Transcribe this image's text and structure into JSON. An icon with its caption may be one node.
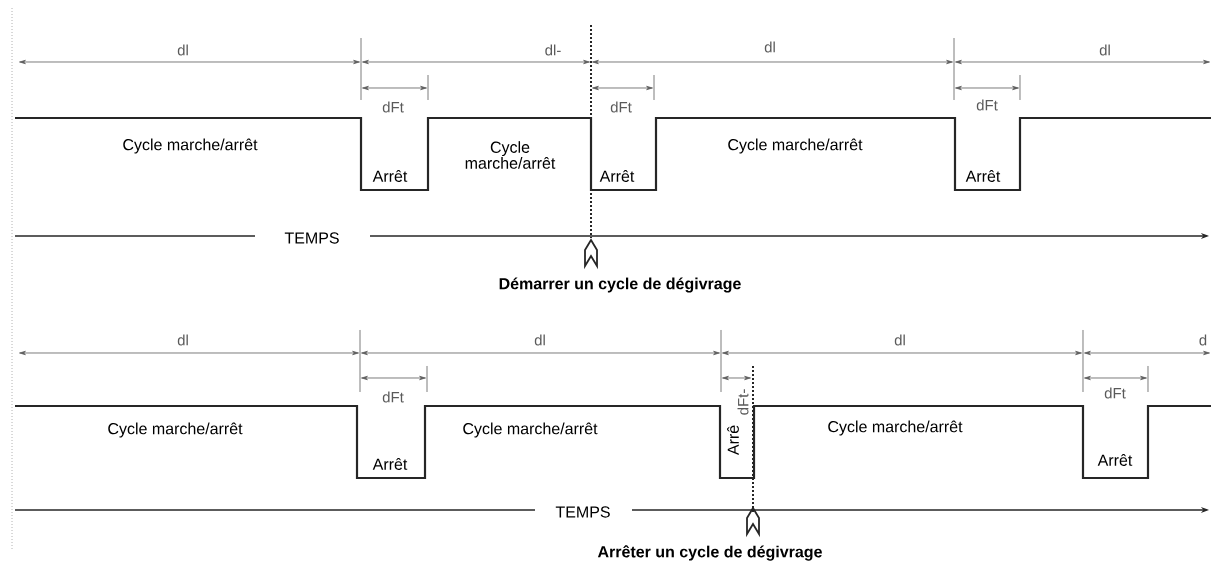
{
  "diagram": {
    "labels": [
      "dl",
      "dl-",
      "dl",
      "dl",
      "dFt",
      "dFt",
      "dFt",
      "Cycle marche/arrêt",
      "Cycle marche/arrêt",
      "Cycle marche/arrêt",
      "Arrêt",
      "Arrêt",
      "Arrêt",
      "TEMPS",
      "Démarrer un cycle de dégivrage",
      "dl",
      "dl",
      "dl",
      "d",
      "dFt",
      "dFt-",
      "dFt",
      "Cycle marche/arrêt",
      "Cycle marche/arrêt",
      "Cycle marche/arrêt",
      "Arrêt",
      "Arrê",
      "Arrêt",
      "TEMPS",
      "Arrêter un cycle de dégivrage"
    ]
  }
}
